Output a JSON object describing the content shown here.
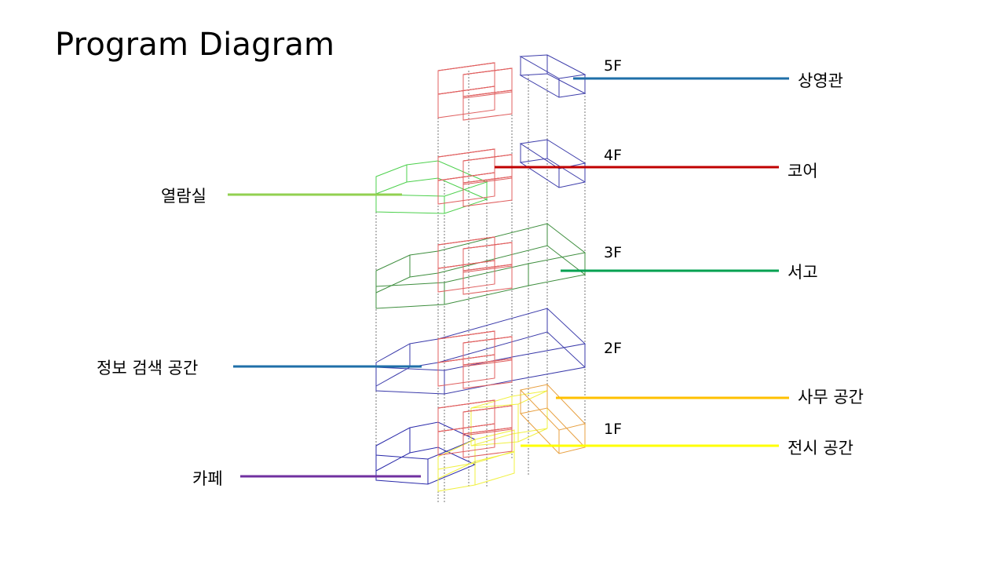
{
  "title": "Program Diagram",
  "floors": [
    "5F",
    "4F",
    "3F",
    "2F",
    "1F"
  ],
  "labels_left": [
    {
      "text": "열람실",
      "color": "#92d050"
    },
    {
      "text": "정보 검색 공간",
      "color": "#1f6fa8"
    },
    {
      "text": "카페",
      "color": "#7030a0"
    }
  ],
  "labels_right": [
    {
      "text": "상영관",
      "color": "#1f6fa8"
    },
    {
      "text": "코어",
      "color": "#c00000"
    },
    {
      "text": "서고",
      "color": "#00a050"
    },
    {
      "text": "사무 공간",
      "color": "#ffc000"
    },
    {
      "text": "전시 공간",
      "color": "#ffff00"
    }
  ],
  "colors": {
    "core": "#e06060",
    "screening": "#3c3caa",
    "reading": "#4cd04c",
    "stacks": "#3e8e3e",
    "info": "#3a3aaa",
    "cafe": "#2a2aaa",
    "office": "#e8a040",
    "exhibit": "#f0f040",
    "guide": "#555555"
  }
}
